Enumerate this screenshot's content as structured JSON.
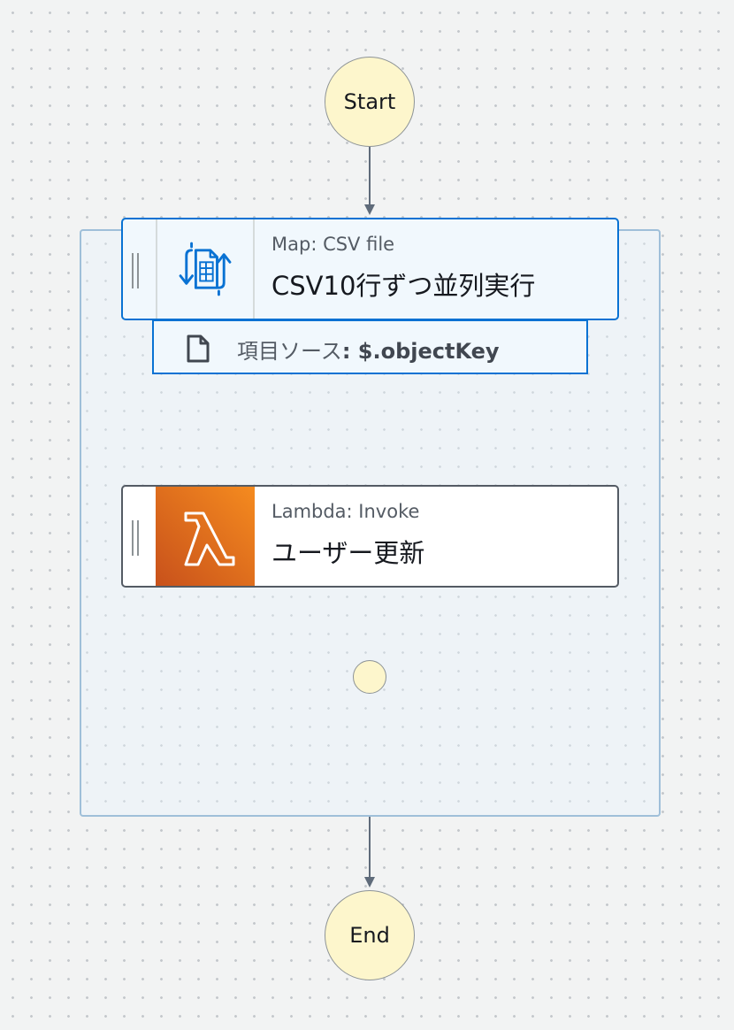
{
  "start": {
    "label": "Start"
  },
  "end": {
    "label": "End"
  },
  "map_state": {
    "type_label": "Map: CSV file",
    "name": "CSV10行ずつ並列実行",
    "icon": "map-csv-icon",
    "item_source_label": "項目ソース",
    "item_source_value": ": $.objectKey",
    "accent_color": "#0972d3"
  },
  "lambda_state": {
    "type_label": "Lambda: Invoke",
    "name": "ユーザー更新",
    "icon": "lambda-icon",
    "gradient_colors": [
      "#c8511b",
      "#f58b1f"
    ]
  },
  "colors": {
    "terminal_fill": "#fdf6cc",
    "connector": "#5f6b7a",
    "canvas_bg": "#f2f3f3"
  }
}
